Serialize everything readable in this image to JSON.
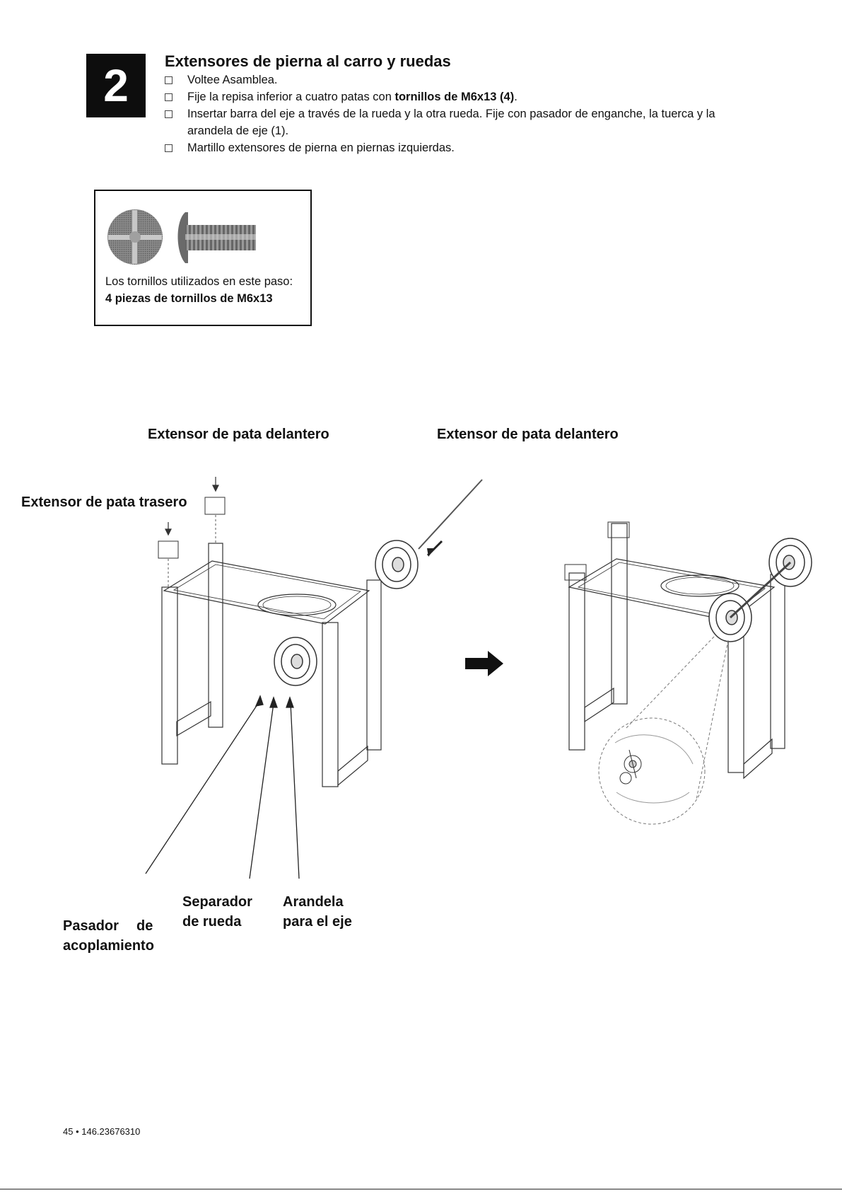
{
  "step": {
    "number": "2",
    "title": "Extensores de pierna al carro y ruedas"
  },
  "instructions": [
    {
      "text": "Voltee Asamblea."
    },
    {
      "text": "Fije la repisa inferior a cuatro patas con ",
      "bold": "tornillos de M6x13 (4)",
      "after": "."
    },
    {
      "text": "Insertar barra del eje a través de la rueda y la otra rueda. Fije con pasador de enganche, la tuerca y la",
      "cont": "arandela de eje (1)."
    },
    {
      "text": "Martillo extensores de pierna en piernas izquierdas."
    }
  ],
  "screw_panel": {
    "caption": "Los tornillos utilizados en este paso:",
    "count": "4 piezas de tornillos de M6x13"
  },
  "labels": {
    "front_left": "Extensor de pata delantero",
    "front_right": "Extensor de pata delantero",
    "rear": "Extensor de pata trasero",
    "pin_1": "Pasador",
    "pin_2": "de",
    "pin_3": "acoplamiento",
    "spacer_1": "Separador",
    "spacer_2": "de rueda",
    "washer_1": "Arandela",
    "washer_2": "para el eje"
  },
  "footer": "45 • 146.23676310",
  "icons": [
    "screw-head-icon",
    "screw-side-icon",
    "arrow-right-icon"
  ]
}
